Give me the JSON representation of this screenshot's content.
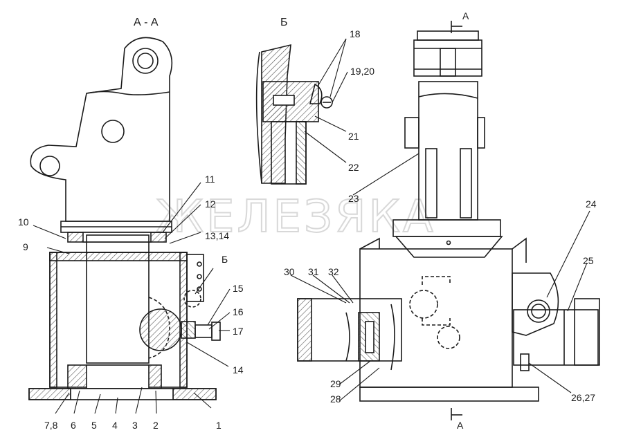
{
  "views": {
    "section_aa": "А - А",
    "detail_b": "Б"
  },
  "watermark": "ЖЕЛЕЗЯКА",
  "cut_marks": {
    "top": "А",
    "bottom": "А",
    "b_marker": "Б"
  },
  "callouts": [
    {
      "id": "c1",
      "text": "1"
    },
    {
      "id": "c2",
      "text": "2"
    },
    {
      "id": "c3",
      "text": "3"
    },
    {
      "id": "c4",
      "text": "4"
    },
    {
      "id": "c5",
      "text": "5"
    },
    {
      "id": "c6",
      "text": "6"
    },
    {
      "id": "c78",
      "text": "7,8"
    },
    {
      "id": "c9",
      "text": "9"
    },
    {
      "id": "c10",
      "text": "10"
    },
    {
      "id": "c11",
      "text": "11"
    },
    {
      "id": "c12",
      "text": "12"
    },
    {
      "id": "c1314",
      "text": "13,14"
    },
    {
      "id": "c14",
      "text": "14"
    },
    {
      "id": "c15",
      "text": "15"
    },
    {
      "id": "c16",
      "text": "16"
    },
    {
      "id": "c17",
      "text": "17"
    },
    {
      "id": "c18",
      "text": "18"
    },
    {
      "id": "c1920",
      "text": "19,20"
    },
    {
      "id": "c21",
      "text": "21"
    },
    {
      "id": "c22",
      "text": "22"
    },
    {
      "id": "c23",
      "text": "23"
    },
    {
      "id": "c24",
      "text": "24"
    },
    {
      "id": "c25",
      "text": "25"
    },
    {
      "id": "c2627",
      "text": "26,27"
    },
    {
      "id": "c28",
      "text": "28"
    },
    {
      "id": "c29",
      "text": "29"
    },
    {
      "id": "c30",
      "text": "30"
    },
    {
      "id": "c31",
      "text": "31"
    },
    {
      "id": "c32",
      "text": "32"
    }
  ],
  "colors": {
    "line": "#1a1a1a",
    "hatch": "#555555",
    "watermark": "#d8d8d8",
    "background": "#ffffff"
  }
}
